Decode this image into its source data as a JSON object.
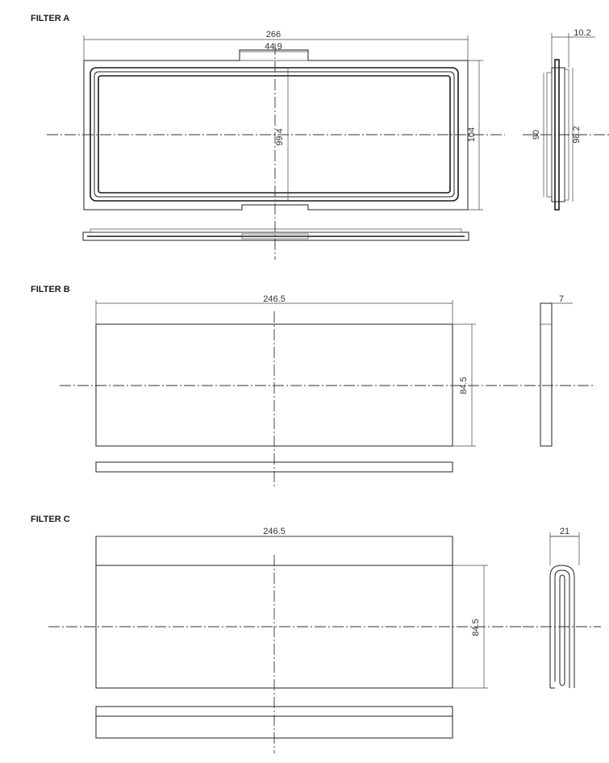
{
  "filters": [
    {
      "title": "FILTER A",
      "dims": {
        "width": "266",
        "tab": "44.9",
        "inner_height": "99.4",
        "height": "104",
        "depth": "10.2",
        "side_inner": "90",
        "side_outer": "98.2"
      }
    },
    {
      "title": "FILTER B",
      "dims": {
        "width": "246.5",
        "height": "84.5",
        "depth": "7"
      }
    },
    {
      "title": "FILTER C",
      "dims": {
        "width": "246.5",
        "height": "84.5",
        "depth": "21"
      }
    }
  ],
  "colors": {
    "line": "#222222",
    "text": "#333333",
    "background": "#ffffff"
  }
}
